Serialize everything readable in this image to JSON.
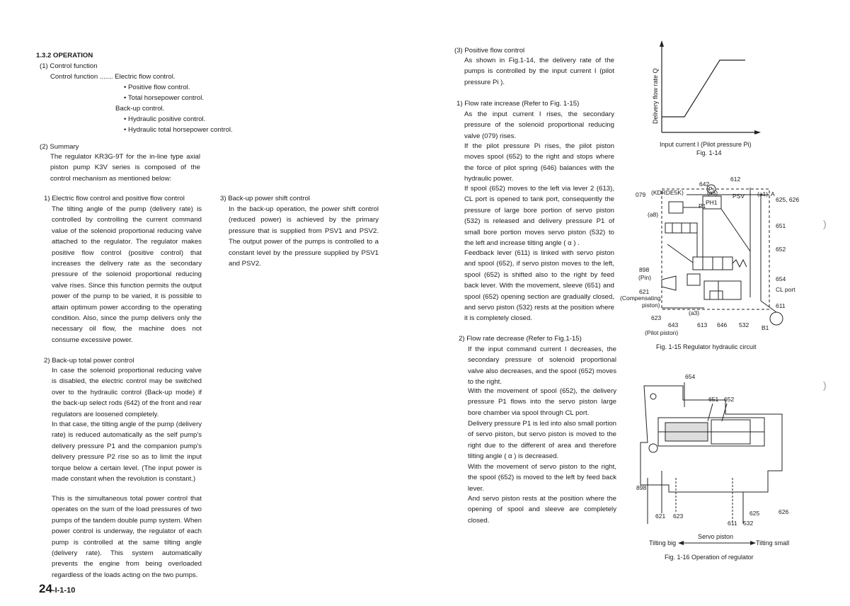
{
  "left": {
    "heading": "1.3.2 OPERATION",
    "s1_title": "(1) Control function",
    "s1_line1": "Control function ....... Electric flow control.",
    "s1_b1": "• Positive flow control.",
    "s1_b2": "• Total horsepower control.",
    "s1_backup": "Back-up control.",
    "s1_b3": "• Hydraulic positive control.",
    "s1_b4": "• Hydraulic total horsepower control.",
    "s2_title": "(2) Summary",
    "s2_body": "The regulator KR3G-9T for the in-line type axial piston pump K3V series is composed of the control mechanism as mentioned below:",
    "i1_title": "1) Electric flow control and positive  flow control",
    "i1_body": "The tilting angle of the pump (delivery rate) is controlled by controlling the current command value of the solenoid proportional reducing valve attached to the regulator. The regulator makes positive flow control (positive control) that increases the delivery rate as the secondary pressure of the solenoid proportional reducing valve rises. Since this function permits the output power of the pump to be varied, it is possible to attain optimum power according to the operating condition. Also, since the pump delivers only the necessary oil flow, the machine does not consume excessive power.",
    "i2_title": "2) Back-up total power control",
    "i2_body_a": "In case the solenoid proportional reducing valve is disabled, the electric control may be switched over to the hydraulic control (Back-up mode) if the back-up select rods (642) of the front and rear regulators are loosened completely.",
    "i2_body_b": "In that case, the tilting angle of the pump (delivery rate) is reduced automatically as the self pump's delivery pressure P1 and the companion pump's delivery pressure P2 rise so as to limit the input torque below a certain level. (The input power is made constant when the revolution is constant.)",
    "i2_body_c": "This is the simultaneous total power control that operates on the sum of the load pressures of two pumps of the tandem double pump system. When power control is underway, the regulator of each pump is controlled at the same tilting angle (delivery rate). This system automatically prevents the engine from being overloaded regardless of the loads acting on the two pumps.",
    "i3_title": "3) Back-up power shift control",
    "i3_body": "In the back-up operation, the power shift control (reduced power) is achieved by the primary pressure that is supplied from PSV1 and PSV2. The output power of the pumps is controlled to a constant level by the pressure supplied by PSV1 and PSV2.",
    "page_number": "24",
    "page_suffix": "-I-1-10"
  },
  "middle": {
    "s3_title": "(3) Positive flow control",
    "s3_body": "As shown in Fig.1-14, the delivery rate of the pumps is controlled by the input current I (pilot pressure Pi ).",
    "inc_title": "1) Flow rate increase (Refer to Fig. 1-15)",
    "inc_body_a": "As the input current I rises, the secondary pressure of the solenoid proportional reducing valve (079) rises.",
    "inc_body_b": "If the pilot pressure Pi rises, the pilot piston moves spool (652) to the right and stops where the force of pilot spring (646) balances with the hydraulic power.",
    "inc_body_c": "If spool (652) moves to the left via lever 2 (613), CL  port is opened to tank port, consequently the pressure of large bore portion of servo piston (532) is released and delivery pressure P1 of small bore portion moves servo piston (532) to the left and increase tilting angle ( α ) .",
    "inc_body_d": "Feedback lever (611) is linked with servo piston and spool (652), if servo piston moves to the left, spool (652) is shifted also to the right by feed back lever. With the movement, sleeve (651) and spool (652) opening section are gradually closed, and servo piston (532) rests at the position where it is completely closed.",
    "dec_title": "2) Flow rate decrease (Refer to Fig.1-15)",
    "dec_body_a": "If the input command current I decreases, the secondary pressure of solenoid proportional valve also decreases, and the spool (652) moves to the right.",
    "dec_body_b": "With the movement of spool (652), the delivery pressure P1 flows into the servo piston large bore chamber via spool through CL port.",
    "dec_body_c": "Delivery pressure P1 is led into also small portion of servo piston, but servo piston is moved to the right due to the different of area and therefore tilting angle ( α ) is decreased.",
    "dec_body_d": "With the movement of servo piston to the right, the spool (652) is moved to the left by feed back lever.",
    "dec_body_e": "And servo piston rests at the position where the opening of spool and sleeve are completely closed."
  },
  "figures": {
    "fig14": {
      "ylabel": "Delivery flow rate Q",
      "xlabel": "Input current I (Pilot pressure Pi)",
      "caption": "Fig. 1-14"
    },
    "fig15": {
      "caption": "Fig. 1-15  Regulator hydraulic circuit",
      "labels": {
        "l079": "079",
        "kdrde5k": "(KDRDE5K)",
        "a8": "(a8)",
        "a5": "(a5)",
        "a1": "(a1)",
        "A": "A",
        "P": "P",
        "PH1": "PH1",
        "P1": "P1",
        "PSV": "PSV",
        "l642": "642",
        "l612": "612",
        "l625": "625, 626",
        "l651": "651",
        "l652": "652",
        "l654": "654",
        "clport": "CL port",
        "l611": "611",
        "l898": "898",
        "pin": "(Pin)",
        "l621": "621",
        "comp1": "(Compensating",
        "comp2": "piston)",
        "l623": "623",
        "a3": "(a3)",
        "l643": "643",
        "pilot": "(Pilot piston)",
        "l613": "613",
        "l646": "646",
        "l532": "532",
        "B1": "B1"
      }
    },
    "fig16": {
      "caption": "Fig. 1-16  Operation of regulator",
      "labels": {
        "l654": "654",
        "l651": "651",
        "l652": "652",
        "l898": "898",
        "l621": "621",
        "l623": "623",
        "l611": "611",
        "l532": "532",
        "l625": "625",
        "l626": "626",
        "servo": "Servo piston",
        "big": "Tilting big",
        "small": "Tilting small"
      }
    }
  },
  "colors": {
    "text": "#1a1a1a",
    "line": "#222222"
  }
}
